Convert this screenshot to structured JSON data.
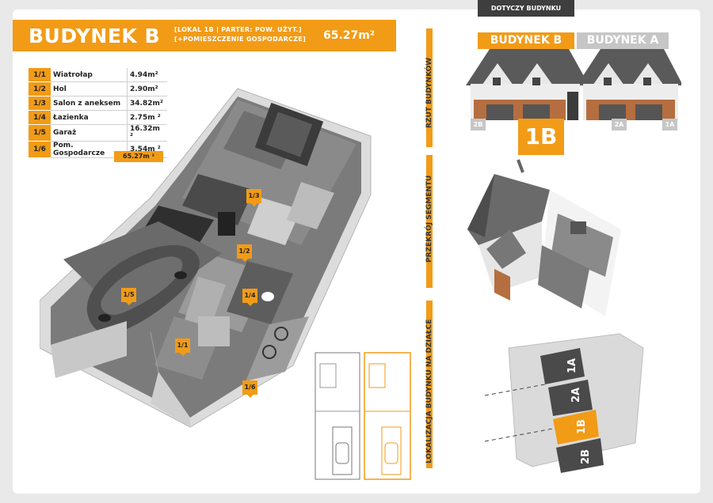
{
  "header": {
    "title": "BUDYNEK B",
    "subtitle_line1": "[LOKAL 1B | PARTER: POW. UŻYT.]",
    "subtitle_line2": "[+POMIESZCZENIE GOSPODARCZE]",
    "total_area": "65.27m²"
  },
  "rooms": [
    {
      "num": "1/1",
      "name": "Wiatrołap",
      "area": "4.94m²"
    },
    {
      "num": "1/2",
      "name": "Hol",
      "area": "2.90m²"
    },
    {
      "num": "1/3",
      "name": "Salon z aneksem",
      "area": "34.82m²"
    },
    {
      "num": "1/4",
      "name": "Łazienka",
      "area": "2.75m ²"
    },
    {
      "num": "1/5",
      "name": "Garaż",
      "area": "16.32m ²"
    },
    {
      "num": "1/6",
      "name": "Pom. Gospodarcze",
      "area": "3.54m ²"
    }
  ],
  "rooms_total": "65.27m ²",
  "plan_tags": [
    "1/3",
    "1/2",
    "1/5",
    "1/4",
    "1/1",
    "1/6"
  ],
  "right": {
    "dotyczy": "DOTYCZY BUDYNKU",
    "budynek_b": "BUDYNEK B",
    "budynek_a": "BUDYNEK A",
    "label_2b": "2B",
    "label_1b": "1B",
    "label_2a": "2A",
    "label_1a": "1A",
    "side_rzut": "RZUT BUDYNKÓW",
    "side_przekroj": "PRZEKRÓJ SEGMENTU",
    "side_lokalizacja": "LOKALIZACJA BUDYNKU NA DZIAŁCE",
    "site_1a": "1A",
    "site_2a": "2A",
    "site_1b": "1B",
    "site_2b": "2B"
  },
  "colors": {
    "accent": "#f29b16",
    "dark": "#3e3e3e",
    "grey": "#c6c6c6"
  }
}
